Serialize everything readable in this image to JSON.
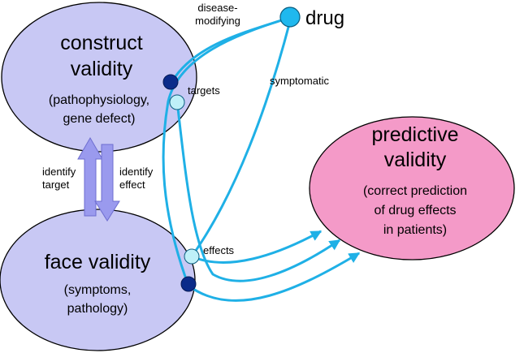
{
  "construct": {
    "title": [
      "construct",
      "validity"
    ],
    "subtitle": [
      "(pathophysiology,",
      "gene defect)"
    ]
  },
  "face": {
    "title": [
      "face validity"
    ],
    "subtitle": [
      "(symptoms,",
      "pathology)"
    ]
  },
  "predictive": {
    "title": [
      "predictive",
      "validity"
    ],
    "subtitle": [
      "(correct prediction",
      "of drug effects",
      "in patients)"
    ]
  },
  "drug": {
    "label": "drug"
  },
  "labels": {
    "disease_modifying": [
      "disease-",
      "modifying"
    ],
    "symptomatic": "symptomatic",
    "targets": "targets",
    "effects": "effects",
    "identify_target": [
      "identify",
      "target"
    ],
    "identify_effect": [
      "identify",
      "effect"
    ]
  },
  "colors": {
    "construct_fill": "#c8c8f4",
    "face_fill": "#c8c8f4",
    "predictive_fill": "#f49ac8",
    "line": "#1fb0e6",
    "drug_node": "#1fb8ee",
    "dark_node": "#0b2b8a",
    "light_node": "#bff0f8",
    "arrow_fill": "#9a9aee"
  }
}
